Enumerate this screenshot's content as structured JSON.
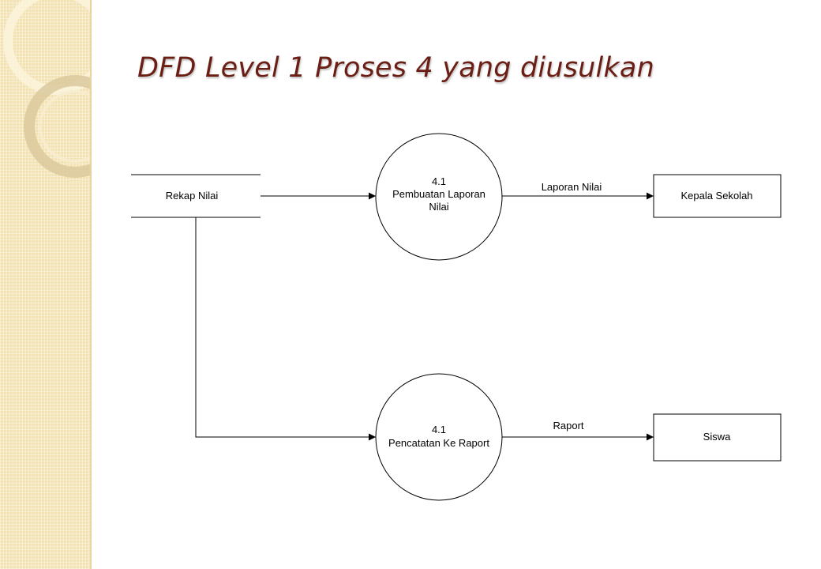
{
  "title": "DFD Level 1 Proses 4 yang diusulkan",
  "data_store": {
    "label": "Rekap Nilai"
  },
  "processes": [
    {
      "number": "4.1",
      "name_line1": "Pembuatan Laporan",
      "name_line2": "Nilai"
    },
    {
      "number": "4.1",
      "name_line1": "Pencatatan Ke Raport",
      "name_line2": ""
    }
  ],
  "entities": [
    {
      "label": "Kepala Sekolah"
    },
    {
      "label": "Siswa"
    }
  ],
  "flows": [
    {
      "label": "Laporan Nilai"
    },
    {
      "label": "Raport"
    }
  ],
  "colors": {
    "title": "#6b1e14",
    "side_strip": "#f3e3b4",
    "line": "#000000"
  }
}
